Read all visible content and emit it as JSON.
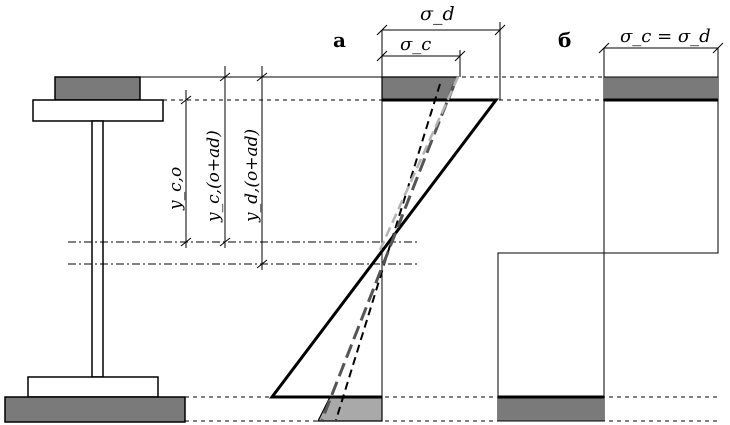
{
  "panels": {
    "a": {
      "label": "а"
    },
    "b": {
      "label": "б"
    }
  },
  "stress_labels": {
    "sigma_d": "σ_d",
    "sigma_c": "σ_c",
    "sigma_c_eq_d": "σ_c = σ_d"
  },
  "dimension_labels": {
    "y_c_o": "y_c,o",
    "y_c_oad": "y_c,(o+ad)",
    "y_d_oad": "y_d,(o+ad)"
  },
  "colors": {
    "line": "#000000",
    "fill_dark": "#7a7a7a",
    "fill_light": "#a9a9a9",
    "dashed_top": "#b4b4b4",
    "white": "#ffffff"
  }
}
